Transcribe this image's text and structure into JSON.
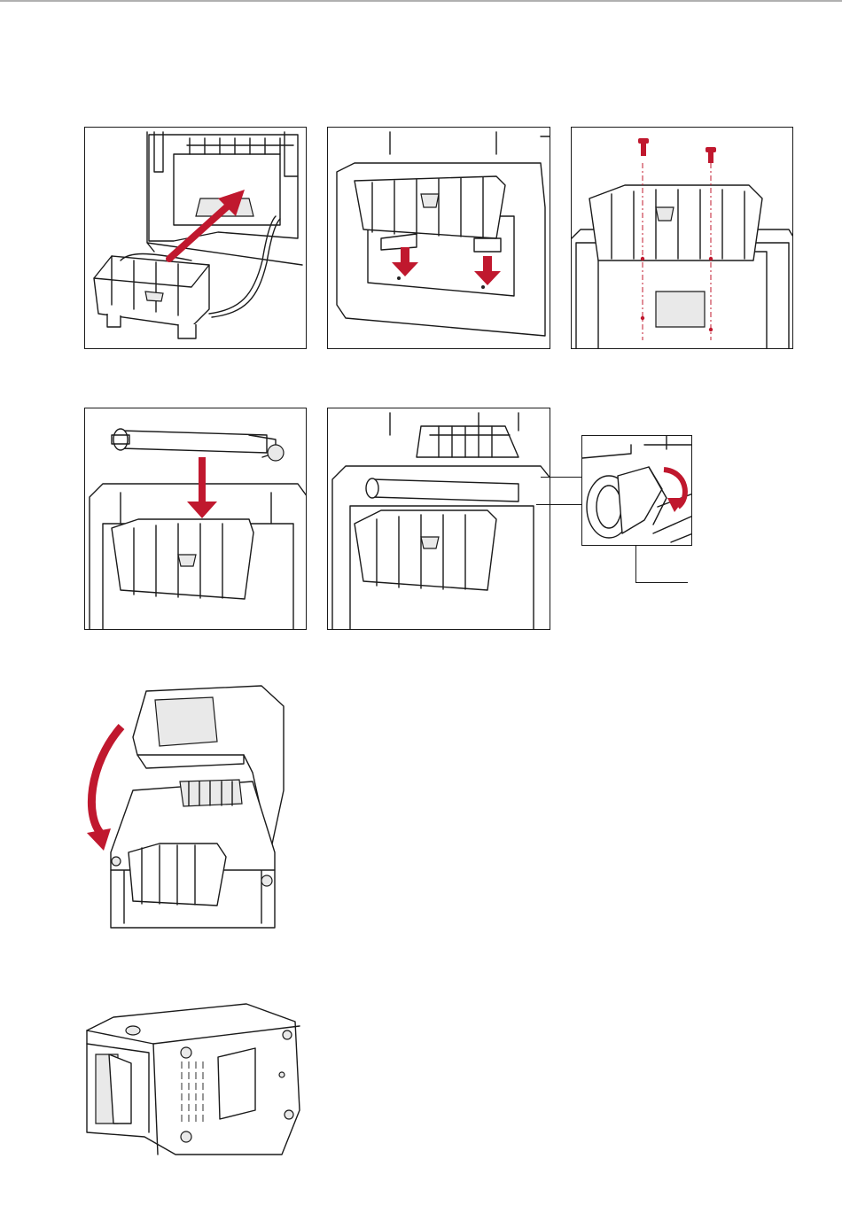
{
  "page": {
    "rule_color": "#b0b0b0"
  },
  "colors": {
    "arrow": "#c0182e",
    "line": "#1a1a1a"
  },
  "figures": [
    {
      "id": "step-1",
      "icon": "insert-cutter-module-arrow-icon"
    },
    {
      "id": "step-2",
      "icon": "push-down-arrows-icon"
    },
    {
      "id": "step-3",
      "icon": "screws-icon"
    },
    {
      "id": "step-4",
      "icon": "insert-platen-roller-arrow-icon"
    },
    {
      "id": "step-5",
      "icon": "roller-installed"
    },
    {
      "id": "step-5-detail",
      "icon": "rotate-latch-arrow-icon"
    },
    {
      "id": "step-6",
      "icon": "close-cover-arrow-icon"
    },
    {
      "id": "step-7",
      "icon": "printer-bottom-view"
    }
  ]
}
